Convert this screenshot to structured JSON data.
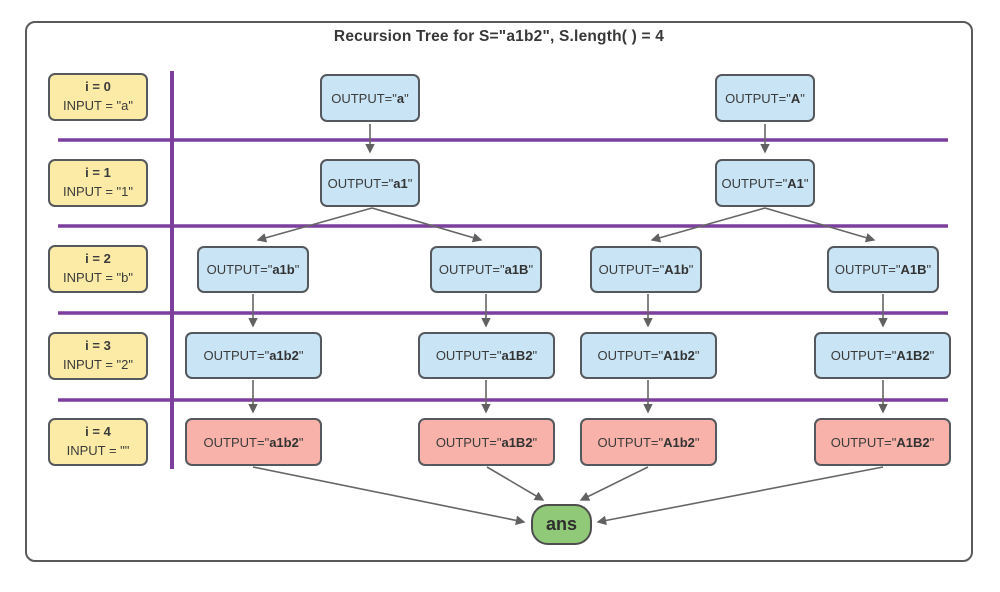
{
  "title": "Recursion Tree for S=\"a1b2\", S.length( ) = 4",
  "output_prefix": "OUTPUT=\"",
  "closing_quote": "\"",
  "input_rows": [
    {
      "index_label": "i = 0",
      "input_label": "INPUT = \"a\""
    },
    {
      "index_label": "i = 1",
      "input_label": "INPUT = \"1\""
    },
    {
      "index_label": "i = 2",
      "input_label": "INPUT = \"b\""
    },
    {
      "index_label": "i = 3",
      "input_label": "INPUT = \"2\""
    },
    {
      "index_label": "i = 4",
      "input_label": "INPUT = \"\""
    }
  ],
  "levels": [
    {
      "nodes": [
        {
          "value": "a"
        },
        {
          "value": "A"
        }
      ]
    },
    {
      "nodes": [
        {
          "value": "a1"
        },
        {
          "value": "A1"
        }
      ]
    },
    {
      "nodes": [
        {
          "value": "a1b"
        },
        {
          "value": "a1B"
        },
        {
          "value": "A1b"
        },
        {
          "value": "A1B"
        }
      ]
    },
    {
      "nodes": [
        {
          "value": "a1b2"
        },
        {
          "value": "a1B2"
        },
        {
          "value": "A1b2"
        },
        {
          "value": "A1B2"
        }
      ]
    },
    {
      "nodes": [
        {
          "value": "a1b2"
        },
        {
          "value": "a1B2"
        },
        {
          "value": "A1b2"
        },
        {
          "value": "A1B2"
        }
      ]
    }
  ],
  "answer_label": "ans",
  "colors": {
    "blue": "#C9E4F4",
    "yellow": "#FBEBA6",
    "pink": "#F8B2A9",
    "green": "#90C978",
    "purple": "#7C3F9E",
    "arrow": "#666666",
    "node-border": "#55595E"
  }
}
